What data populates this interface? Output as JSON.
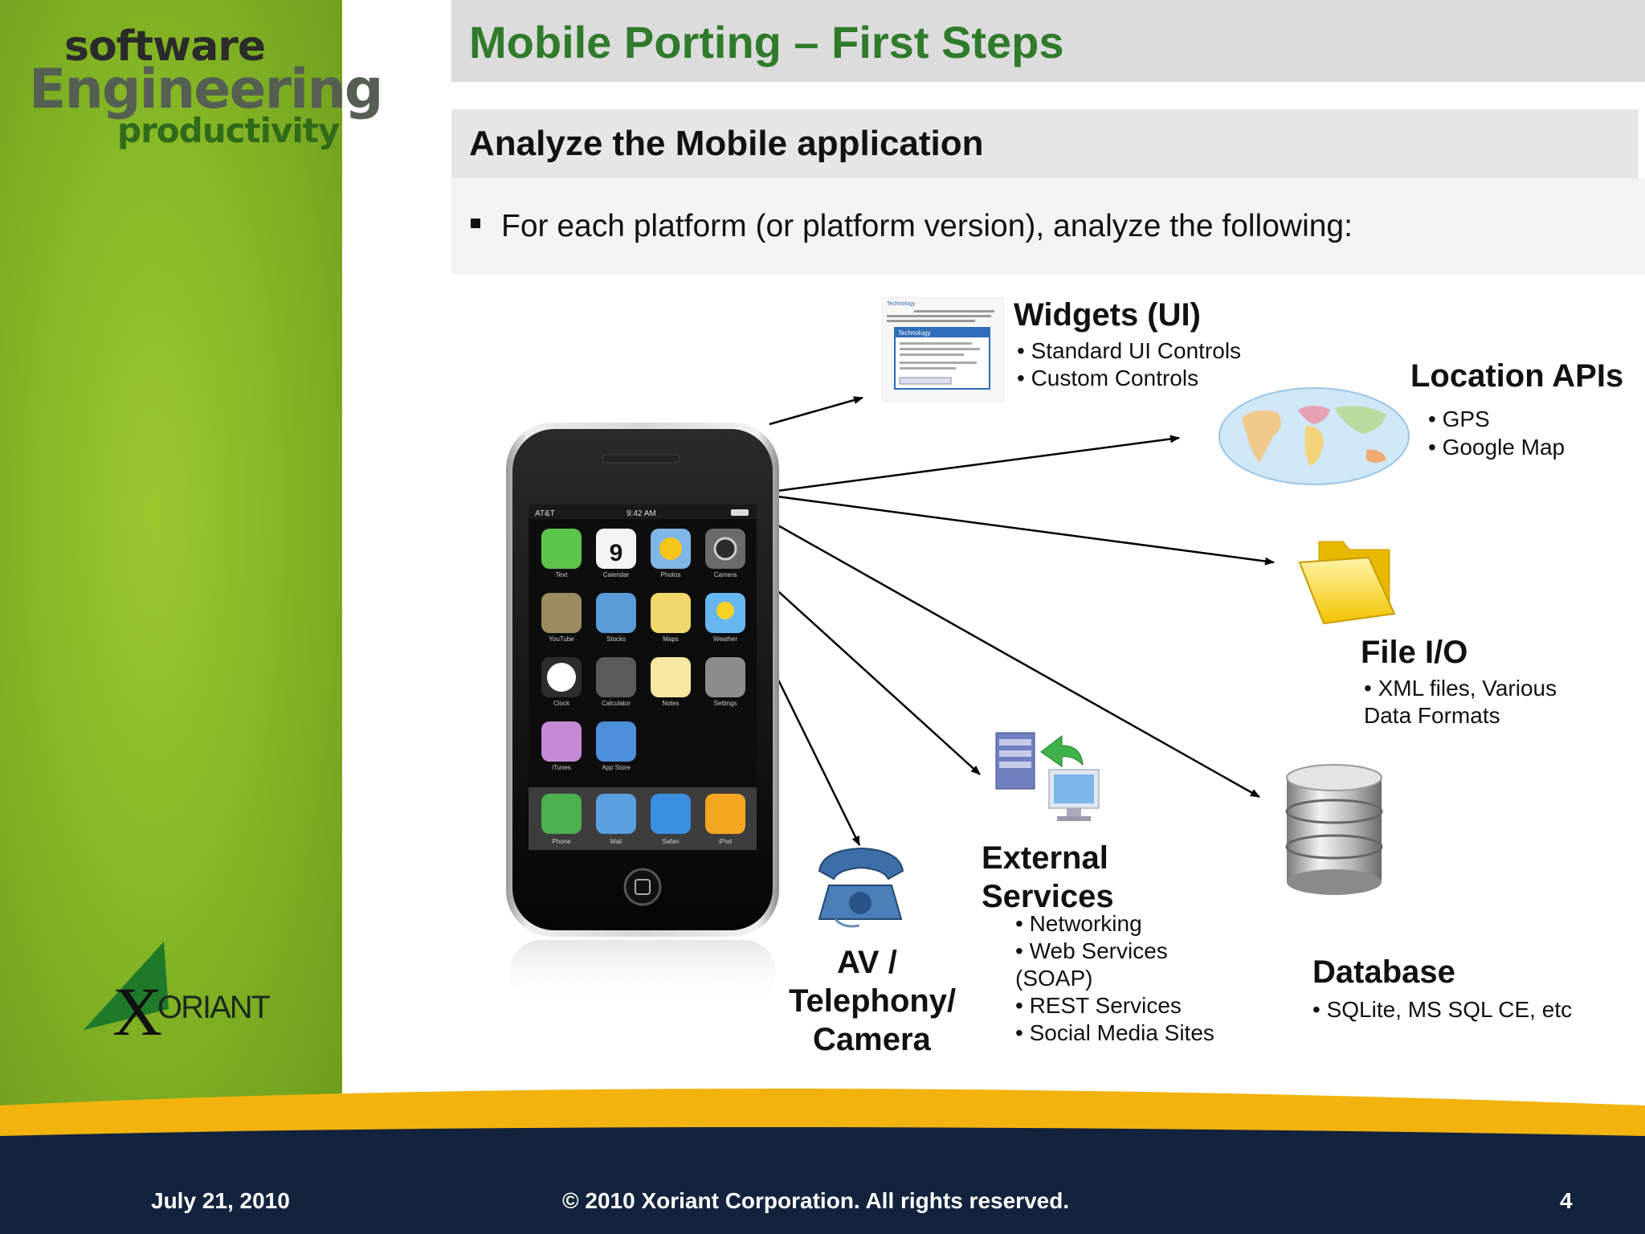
{
  "brand": {
    "line1": "software",
    "line2": "Engineering",
    "line3": "productivity",
    "company": "ORIANT",
    "company_initial": "X"
  },
  "title": "Mobile Porting – First Steps",
  "subtitle": "Analyze the Mobile application",
  "bullet": "For each platform (or platform version), analyze the following:",
  "diagram": {
    "widgets": {
      "heading": "Widgets (UI)",
      "items": [
        "•  Standard UI Controls",
        "•  Custom Controls"
      ],
      "thumb_title": "Technology",
      "thumb_header": "Technology"
    },
    "location": {
      "heading": "Location APIs",
      "items": [
        "• GPS",
        "• Google Map"
      ]
    },
    "fileio": {
      "heading": "File I/O",
      "items": [
        "• XML files, Various",
        "   Data Formats"
      ]
    },
    "external": {
      "heading_line1": "External",
      "heading_line2": "Services",
      "items": [
        "• Networking",
        "• Web Services",
        "(SOAP)",
        "• REST Services",
        "• Social Media Sites"
      ]
    },
    "database": {
      "heading": "Database",
      "items": [
        "• SQLite, MS SQL CE, etc"
      ]
    },
    "av": {
      "line1": "AV /",
      "line2": "Telephony/",
      "line3": "Camera"
    },
    "phone": {
      "carrier": "AT&T",
      "time": "9:42 AM",
      "calendar_day": "9",
      "apps": [
        "Text",
        "Calendar",
        "Photos",
        "Camera",
        "YouTube",
        "Stocks",
        "Maps",
        "Weather",
        "Clock",
        "Calculator",
        "Notes",
        "Settings",
        "iTunes",
        "App Store"
      ],
      "dock": [
        "Phone",
        "Mail",
        "Safari",
        "iPod"
      ]
    }
  },
  "footer": {
    "date": "July 21, 2010",
    "copyright": "© 2010 Xoriant Corporation.  All rights reserved.",
    "page": "4"
  },
  "colors": {
    "title_green": "#2f7a2b",
    "sidebar_green": "#86b726",
    "footer_navy": "#14233d",
    "footer_gold": "#f2b30f"
  }
}
